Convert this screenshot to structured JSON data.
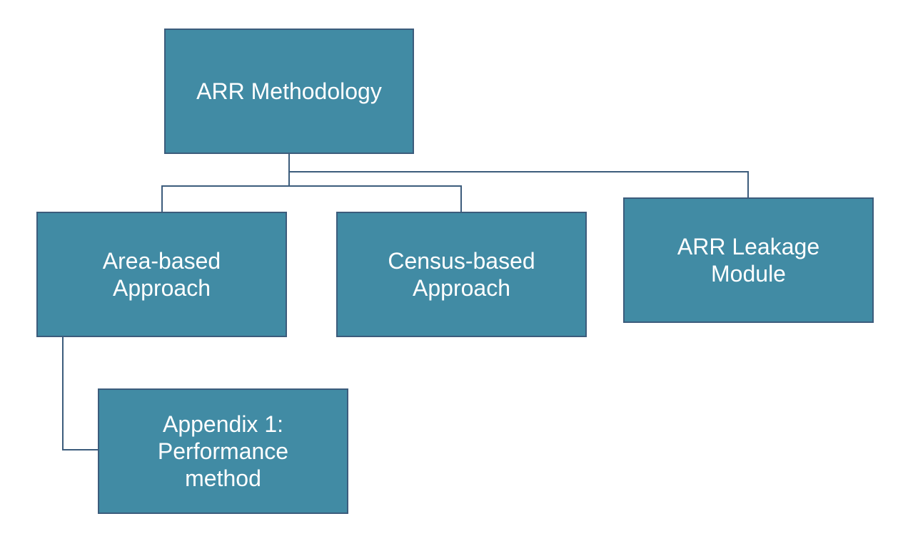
{
  "diagram": {
    "colors": {
      "node_fill": "#418ba4",
      "node_border": "#3c5c7c",
      "connector": "#3c5c7c",
      "text": "#ffffff"
    },
    "nodes": {
      "root": "ARR Methodology",
      "area_based": "Area-based\nApproach",
      "census_based": "Census-based\nApproach",
      "leakage": "ARR Leakage\nModule",
      "appendix": "Appendix 1:\nPerformance\nmethod"
    }
  }
}
